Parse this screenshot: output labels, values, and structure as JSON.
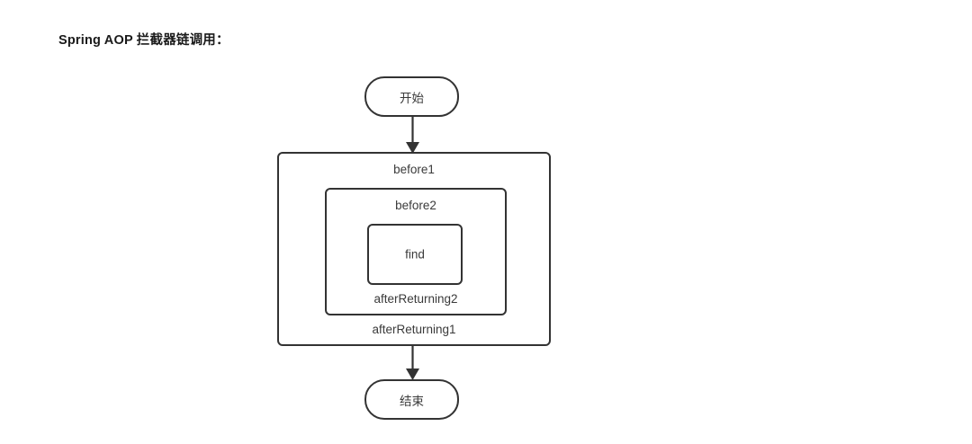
{
  "page": {
    "title": "Spring AOP 拦截器链调用：",
    "background_color": "#ffffff",
    "stroke_color": "#333333",
    "text_color": "#3a3a3a"
  },
  "diagram": {
    "type": "flowchart",
    "orientation": "top-to-bottom",
    "nodes": {
      "start": {
        "shape": "stadium",
        "label": "开始"
      },
      "end": {
        "shape": "stadium",
        "label": "结束"
      },
      "outer_box": {
        "shape": "rounded-rect",
        "top_label": "before1",
        "bottom_label": "afterReturning1"
      },
      "middle_box": {
        "shape": "rounded-rect",
        "top_label": "before2",
        "bottom_label": "afterReturning2"
      },
      "inner_box": {
        "shape": "rounded-rect",
        "label": "find"
      }
    },
    "edges": [
      {
        "from": "start",
        "to": "outer_box",
        "arrow": "down"
      },
      {
        "from": "outer_box",
        "to": "end",
        "arrow": "down"
      }
    ]
  }
}
